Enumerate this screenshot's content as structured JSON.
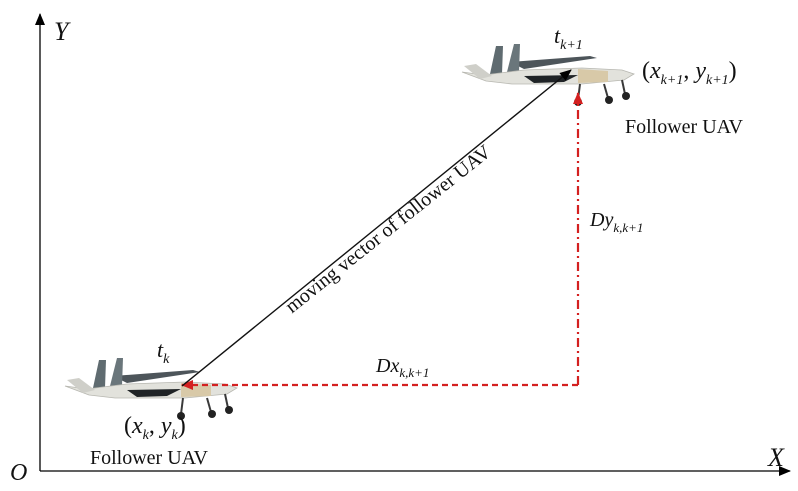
{
  "axes": {
    "y_label": "Y",
    "x_label": "X",
    "origin_label": "O"
  },
  "start": {
    "time_label": {
      "base": "t",
      "sub": "k"
    },
    "coord_label": {
      "x_base": "x",
      "x_sub": "k",
      "y_base": "y",
      "y_sub": "k"
    },
    "caption": "Follower UAV"
  },
  "end": {
    "time_label": {
      "base": "t",
      "sub": "k+1"
    },
    "coord_label": {
      "x_base": "x",
      "x_sub": "k+1",
      "y_base": "y",
      "y_sub": "k+1"
    },
    "caption": "Follower UAV"
  },
  "vector_label": "moving vector of follower UAV",
  "dx_label": {
    "base": "Dx",
    "sub": "k,k+1"
  },
  "dy_label": {
    "base": "Dy",
    "sub": "k,k+1"
  },
  "colors": {
    "axis": "#000000",
    "vector": "#111111",
    "displacement": "#d42020",
    "uav_body": "#e2e2dc",
    "uav_tail": "#5f6b70",
    "uav_panel": "#d8c9a8"
  }
}
